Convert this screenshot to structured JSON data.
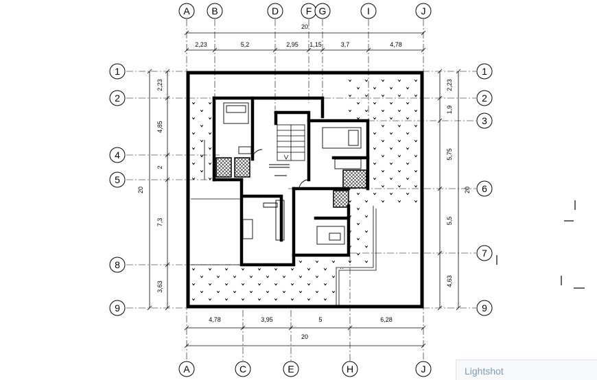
{
  "grid": {
    "top_axes": [
      "A",
      "B",
      "D",
      "F",
      "G",
      "I",
      "J"
    ],
    "bottom_axes": [
      "A",
      "C",
      "E",
      "H",
      "J"
    ],
    "left_rows": [
      "1",
      "2",
      "4",
      "5",
      "8",
      "9"
    ],
    "right_rows": [
      "1",
      "2",
      "3",
      "6",
      "7",
      "9"
    ]
  },
  "dimensions": {
    "overall": "20",
    "top": [
      "2,23",
      "5,2",
      "2,95",
      "1,15",
      "3,7",
      "4,78"
    ],
    "bottom": [
      "4,78",
      "3,95",
      "5",
      "6,28"
    ],
    "left": [
      "2,23",
      "4,85",
      "2",
      "7,3",
      "3,63"
    ],
    "right": [
      "2,23",
      "1,9",
      "5,75",
      "5,5",
      "4,63"
    ]
  },
  "overlay": {
    "lightshot_label": "Lightshot"
  }
}
